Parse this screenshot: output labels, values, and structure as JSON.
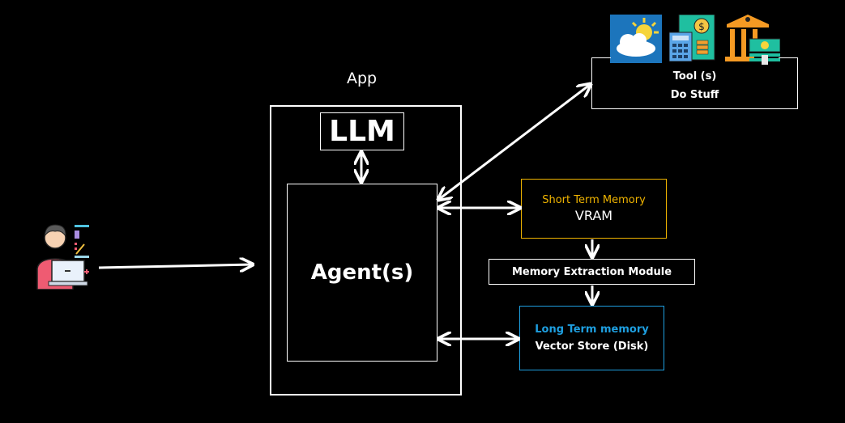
{
  "app": {
    "label": "App"
  },
  "llm": {
    "label": "LLM"
  },
  "agent": {
    "label": "Agent(s)"
  },
  "tools": {
    "title": "Tool (s)",
    "subtitle": "Do Stuff",
    "icons": [
      "weather-icon",
      "finance-calculator-icon",
      "bank-money-icon"
    ]
  },
  "short_term": {
    "title": "Short Term Memory",
    "subtitle": "VRAM",
    "color": "#f0b400"
  },
  "extraction": {
    "label": "Memory Extraction Module"
  },
  "long_term": {
    "title": "Long Term memory",
    "subtitle": "Vector Store (Disk)",
    "color": "#1e9fe0"
  },
  "user": {
    "icon": "user-laptop-icon"
  }
}
